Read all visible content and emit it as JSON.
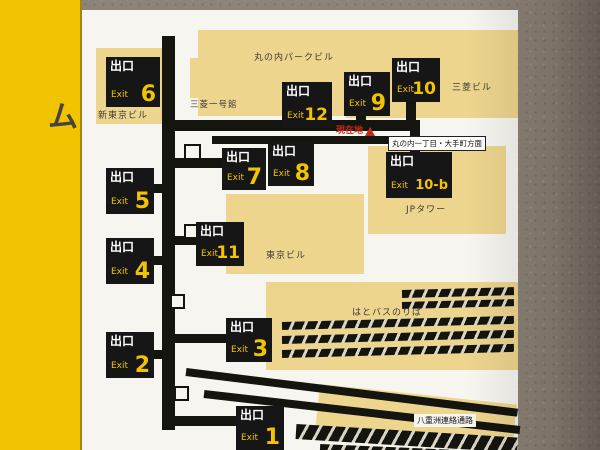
{
  "side": {
    "partial_text": "ム"
  },
  "colors": {
    "panel_yellow": "#f2c300",
    "sign_black": "#161616",
    "building_tan": "#edd58e",
    "map_background": "#f7f5ef",
    "marker_red": "#c5281c",
    "wall": "#8d8377"
  },
  "exits": [
    {
      "jp": "出口",
      "en": "Exit",
      "num": "6"
    },
    {
      "jp": "出口",
      "en": "Exit",
      "num": "12"
    },
    {
      "jp": "出口",
      "en": "Exit",
      "num": "9"
    },
    {
      "jp": "出口",
      "en": "Exit",
      "num": "10"
    },
    {
      "jp": "出口",
      "en": "Exit",
      "num": "7"
    },
    {
      "jp": "出口",
      "en": "Exit",
      "num": "8"
    },
    {
      "jp": "出口",
      "en": "Exit",
      "num": "10-b"
    },
    {
      "jp": "出口",
      "en": "Exit",
      "num": "5"
    },
    {
      "jp": "出口",
      "en": "Exit",
      "num": "11"
    },
    {
      "jp": "出口",
      "en": "Exit",
      "num": "4"
    },
    {
      "jp": "出口",
      "en": "Exit",
      "num": "3"
    },
    {
      "jp": "出口",
      "en": "Exit",
      "num": "2"
    },
    {
      "jp": "出口",
      "en": "Exit",
      "num": "1"
    }
  ],
  "buildings": {
    "marunouchi_park": "丸の内パークビル",
    "mitsubishi": "三菱ビル",
    "shin_tokyo": "新東京ビル",
    "ichigokan": "三菱一号館",
    "jp_tower": "JPタワー",
    "tokyo_bldg": "東京ビル",
    "hato_bus": "はとバスのりば",
    "yaesu_passage": "八重洲連絡通路"
  },
  "markers": {
    "current_location": "現在地",
    "direction": "丸の内一丁目・大手町方面"
  }
}
